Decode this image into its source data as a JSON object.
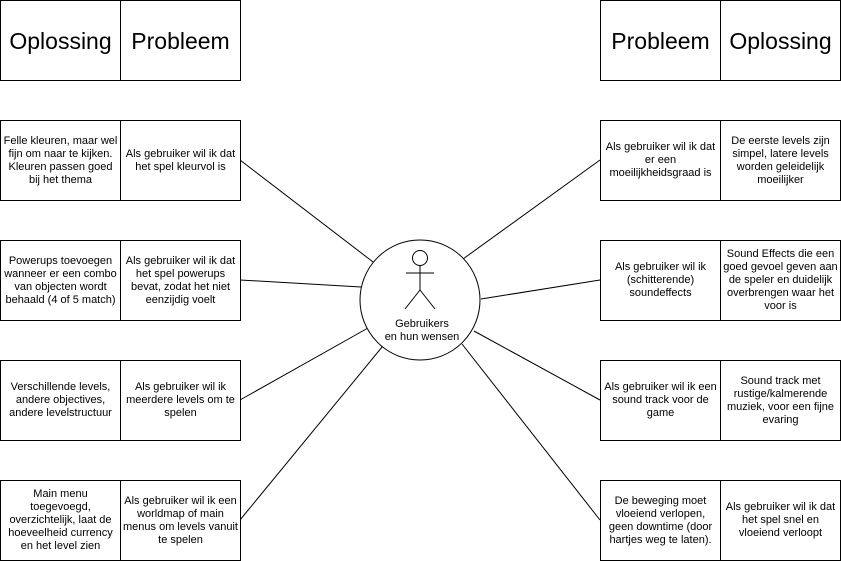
{
  "left": {
    "header": {
      "solution": "Oplossing",
      "problem": "Probleem"
    },
    "rows": [
      {
        "solution": "Felle kleuren, maar wel fijn om naar te kijken. Kleuren passen goed bij het thema",
        "problem": "Als gebruiker wil ik dat het spel kleurvol is"
      },
      {
        "solution": "Powerups toevoegen wanneer er een combo van objecten wordt behaald (4 of 5 match)",
        "problem": "Als gebruiker wil ik dat het spel powerups bevat, zodat het niet eenzijdig voelt"
      },
      {
        "solution": "Verschillende levels, andere objectives, andere levelstructuur",
        "problem": "Als gebruiker wil ik meerdere levels om te spelen"
      },
      {
        "solution": "Main menu toegevoegd, overzichtelijk, laat de hoeveelheid currency en het level zien",
        "problem": "Als gebruiker wil ik een worldmap of main menus om levels vanuit te spelen"
      }
    ]
  },
  "right": {
    "header": {
      "problem": "Probleem",
      "solution": "Oplossing"
    },
    "rows": [
      {
        "problem": "Als gebruiker wil ik dat er een moeilijkheidsgraad is",
        "solution": "De eerste levels zijn simpel, latere levels worden geleidelijk moeilijker"
      },
      {
        "problem": "Als gebruiker wil ik (schitterende) soundeffects",
        "solution": "Sound Effects die een goed gevoel geven aan de speler en duidelijk overbrengen waar het voor is"
      },
      {
        "problem": "Als gebruiker wil ik een sound track voor de game",
        "solution": "Sound track met rustige/kalmerende muziek, voor een fijne evaring"
      },
      {
        "problem": "De beweging moet vloeiend verlopen, geen downtime (door hartjes weg te laten).",
        "solution": "Als gebruiker wil ik dat het spel snel en vloeiend verloopt"
      }
    ]
  },
  "center": {
    "label": "Gebruikers\nen hun wensen",
    "icon": "stick-figure-icon"
  }
}
